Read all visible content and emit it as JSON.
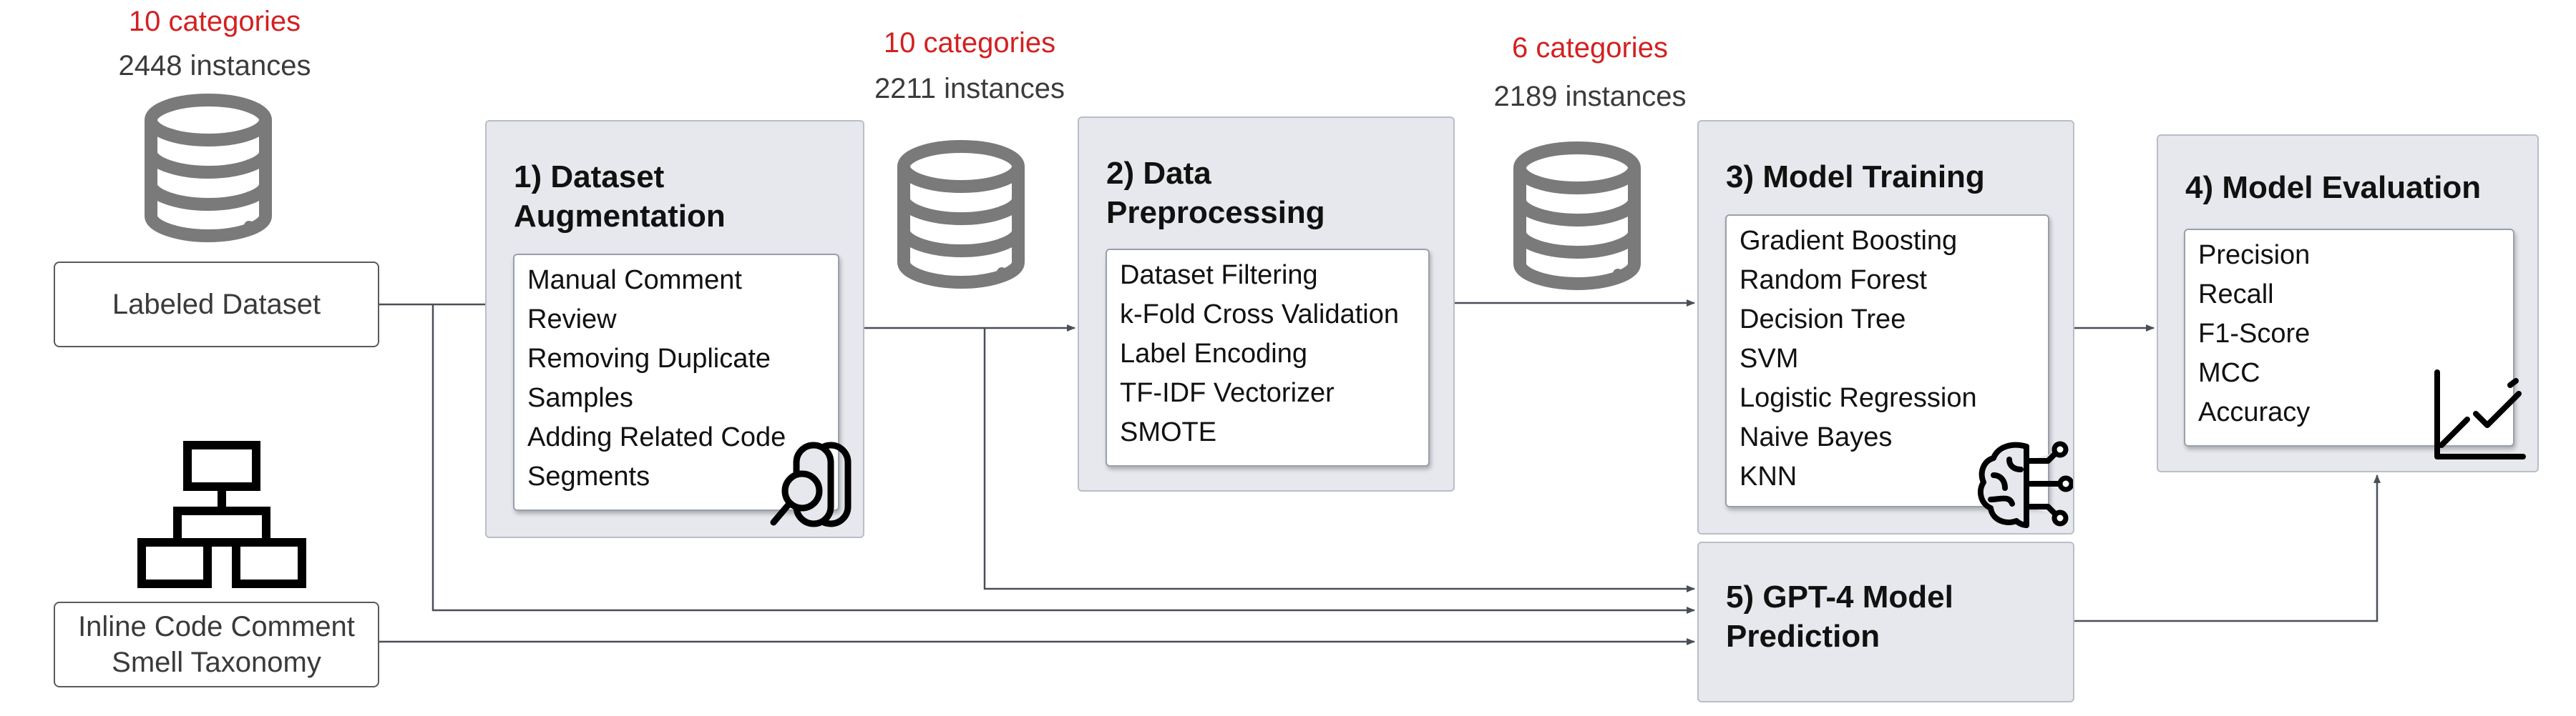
{
  "source_dataset": {
    "categories": "10 categories",
    "instances": "2448 instances",
    "label": "Labeled Dataset"
  },
  "taxonomy": {
    "label_line1": "Inline Code Comment",
    "label_line2": "Smell Taxonomy"
  },
  "after_augmentation": {
    "categories": "10 categories",
    "instances": "2211 instances"
  },
  "after_preprocessing": {
    "categories": "6 categories",
    "instances": "2189 instances"
  },
  "stages": {
    "augmentation": {
      "title_line1": "1) Dataset",
      "title_line2": "Augmentation",
      "items": [
        "Manual Comment",
        "Review",
        "Removing Duplicate",
        "Samples",
        "Adding Related Code",
        "Segments"
      ]
    },
    "preprocessing": {
      "title_line1": "2) Data",
      "title_line2": "Preprocessing",
      "items": [
        "Dataset Filtering",
        "k-Fold Cross Validation",
        "Label Encoding",
        "TF-IDF Vectorizer",
        "SMOTE"
      ]
    },
    "training": {
      "title": "3) Model Training",
      "items": [
        "Gradient Boosting",
        "Random Forest",
        "Decision Tree",
        "SVM",
        "Logistic Regression",
        "Naive Bayes",
        "KNN"
      ]
    },
    "evaluation": {
      "title": "4) Model Evaluation",
      "items": [
        "Precision",
        "Recall",
        "F1-Score",
        "MCC",
        "Accuracy"
      ]
    },
    "gpt4": {
      "title_line1": "5) GPT-4 Model",
      "title_line2": "Prediction"
    }
  },
  "colors": {
    "categories_text": "#d42020",
    "stage_fill": "#e6e8ed",
    "arrow": "#4a4f57",
    "database_icon": "#7a7a7a"
  },
  "icons": [
    "database-icon",
    "hierarchy-icon",
    "magnifier-icon",
    "brain-circuit-icon",
    "chart-check-icon"
  ]
}
